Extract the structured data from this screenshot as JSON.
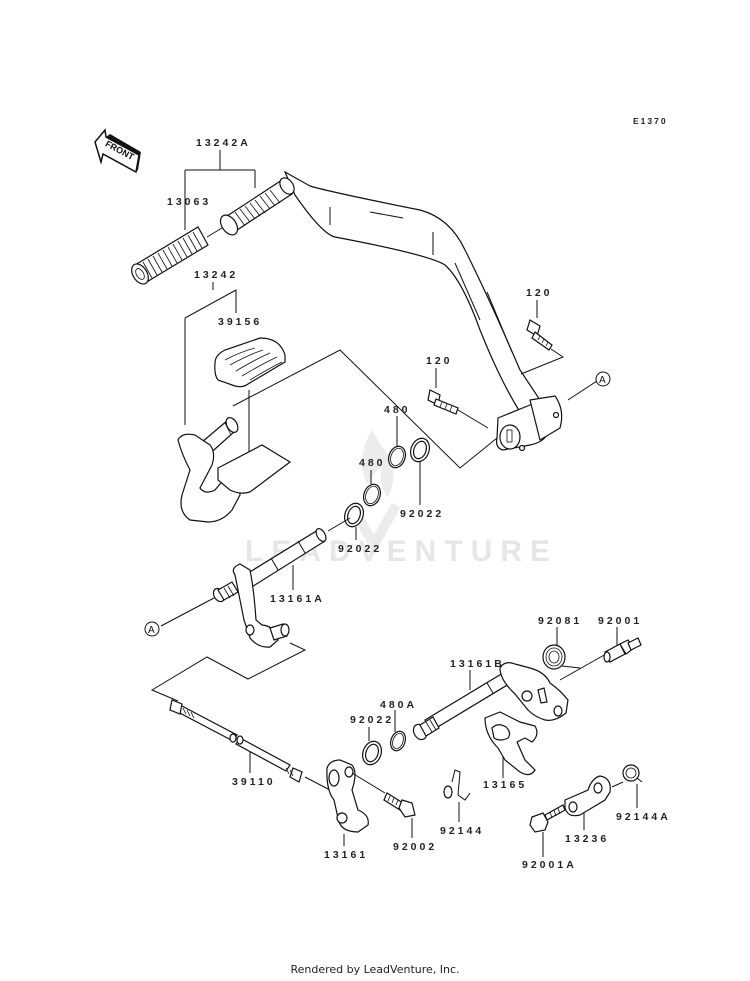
{
  "diagram": {
    "code": "E1370",
    "front_arrow": "FRONT",
    "watermark": "LEADVENTURE",
    "footer": "Rendered by LeadVenture, Inc.",
    "callout_ref": "A",
    "labels": {
      "p13242A": "13242A",
      "p13063": "13063",
      "p13242": "13242",
      "p39156": "39156",
      "p120_a": "120",
      "p120_b": "120",
      "p480_a": "480",
      "p480_b": "480",
      "p92022_a": "92022",
      "p92022_b": "92022",
      "p92022_c": "92022",
      "p13161A": "13161A",
      "p92081": "92081",
      "p92001": "92001",
      "p13161B": "13161B",
      "p480A": "480A",
      "p39110": "39110",
      "p13165": "13165",
      "p92144": "92144",
      "p92144A": "92144A",
      "p13236": "13236",
      "p13161": "13161",
      "p92002": "92002",
      "p92001A": "92001A"
    }
  }
}
